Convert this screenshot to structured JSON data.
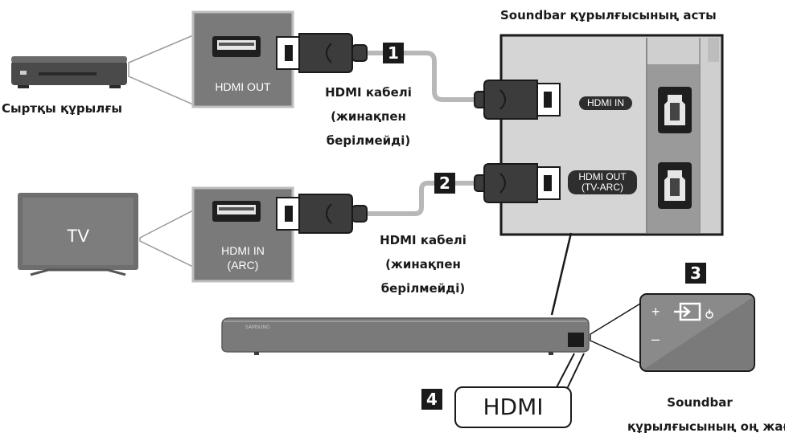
{
  "labels": {
    "soundbar_bottom": "Soundbar құрылғысының асты",
    "external_device": "Сыртқы құрылғы",
    "cable1_line1": "HDMI кабелі",
    "cable1_line2": "(жинақпен",
    "cable1_line3": "берілмейді)",
    "cable2_line1": "HDMI кабелі",
    "cable2_line2": "(жинақпен",
    "cable2_line3": "берілмейді)",
    "soundbar_right_line1": "Soundbar",
    "soundbar_right_line2": "құрылғысының оң жағы"
  },
  "ports": {
    "ext_hdmi_out": "HDMI OUT",
    "tv_hdmi_in_line1": "HDMI IN",
    "tv_hdmi_in_line2": "(ARC)",
    "sb_hdmi_in": "HDMI IN",
    "sb_hdmi_out_line1": "HDMI OUT",
    "sb_hdmi_out_line2": "(TV-ARC)"
  },
  "devices": {
    "tv": "TV",
    "soundbar_brand": "SAMSUNG"
  },
  "steps": [
    "1",
    "2",
    "3",
    "4"
  ],
  "side_panel": {
    "plus": "+",
    "minus": "–"
  },
  "callout": {
    "hdmi": "HDMI"
  }
}
